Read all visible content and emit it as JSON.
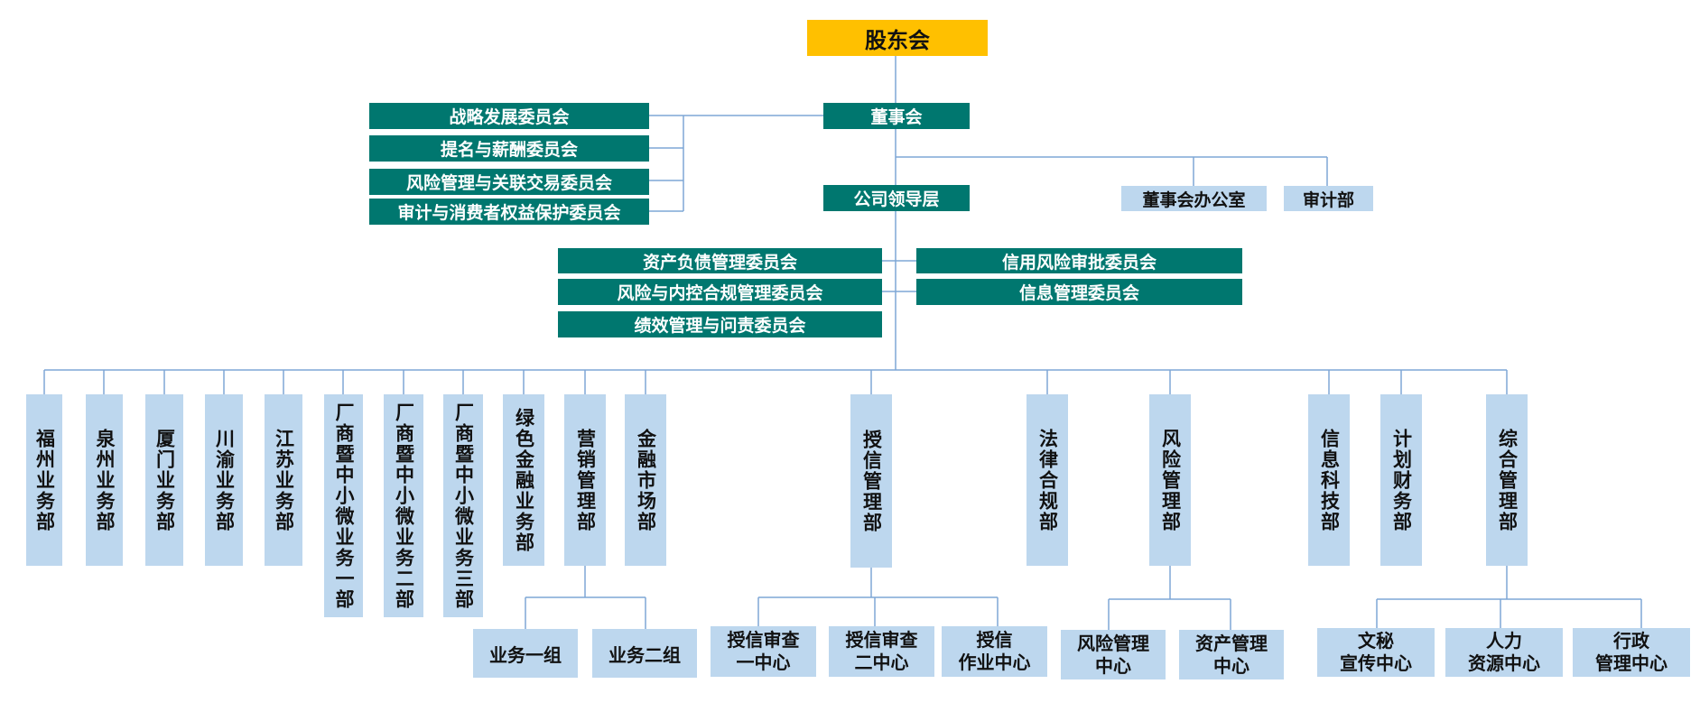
{
  "root": "股东会",
  "board": "董事会",
  "board_committees": [
    "战略发展委员会",
    "提名与薪酬委员会",
    "风险管理与关联交易委员会",
    "审计与消费者权益保护委员会"
  ],
  "board_office": "董事会办公室",
  "audit_dept": "审计部",
  "leadership": "公司领导层",
  "leadership_committees_left": [
    "资产负债管理委员会",
    "风险与内控合规管理委员会",
    "绩效管理与问责委员会"
  ],
  "leadership_committees_right": [
    "信用风险审批委员会",
    "信息管理委员会"
  ],
  "departments": [
    "福州业务部",
    "泉州业务部",
    "厦门业务部",
    "川渝业务部",
    "江苏业务部",
    "厂商暨中小微业务一部",
    "厂商暨中小微业务二部",
    "厂商暨中小微业务三部",
    "绿色金融业务部",
    "营销管理部",
    "金融市场部",
    "授信管理部",
    "法律合规部",
    "风险管理部",
    "信息科技部",
    "计划财务部",
    "综合管理部"
  ],
  "marketing_groups": [
    "业务一组",
    "业务二组"
  ],
  "credit_centers": [
    "授信审查\n一中心",
    "授信审查\n二中心",
    "授信\n作业中心"
  ],
  "risk_centers": [
    "风险管理\n中心",
    "资产管理\n中心"
  ],
  "admin_centers": [
    "文秘\n宣传中心",
    "人力\n资源中心",
    "行政\n管理中心"
  ],
  "colors": {
    "root": "#ffc000",
    "teal": "#00776f",
    "light": "#bdd7ee",
    "line": "#7fa7d6"
  }
}
